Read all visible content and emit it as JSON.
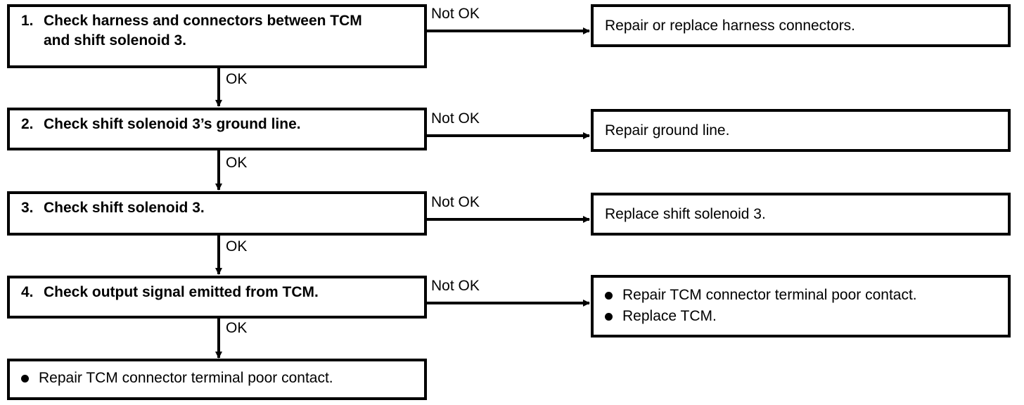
{
  "steps": [
    {
      "number": "1.",
      "lines": [
        "Check harness and connectors between TCM",
        "and shift solenoid 3."
      ]
    },
    {
      "number": "2.",
      "lines": [
        "Check shift solenoid 3’s ground line."
      ]
    },
    {
      "number": "3.",
      "lines": [
        "Check shift solenoid 3."
      ]
    },
    {
      "number": "4.",
      "lines": [
        "Check output signal emitted from TCM."
      ]
    }
  ],
  "results": [
    {
      "lines": [
        "Repair or replace harness connectors."
      ]
    },
    {
      "lines": [
        "Repair ground line."
      ]
    },
    {
      "lines": [
        "Replace shift solenoid 3."
      ]
    },
    {
      "bullets": [
        "Repair TCM connector terminal poor contact.",
        "Replace TCM."
      ]
    }
  ],
  "final": {
    "bullets": [
      "Repair TCM connector terminal poor contact."
    ]
  },
  "labels": {
    "not_ok": [
      "Not OK",
      "Not OK",
      "Not OK",
      "Not OK"
    ],
    "ok": [
      "OK",
      "OK",
      "OK",
      "OK"
    ]
  }
}
